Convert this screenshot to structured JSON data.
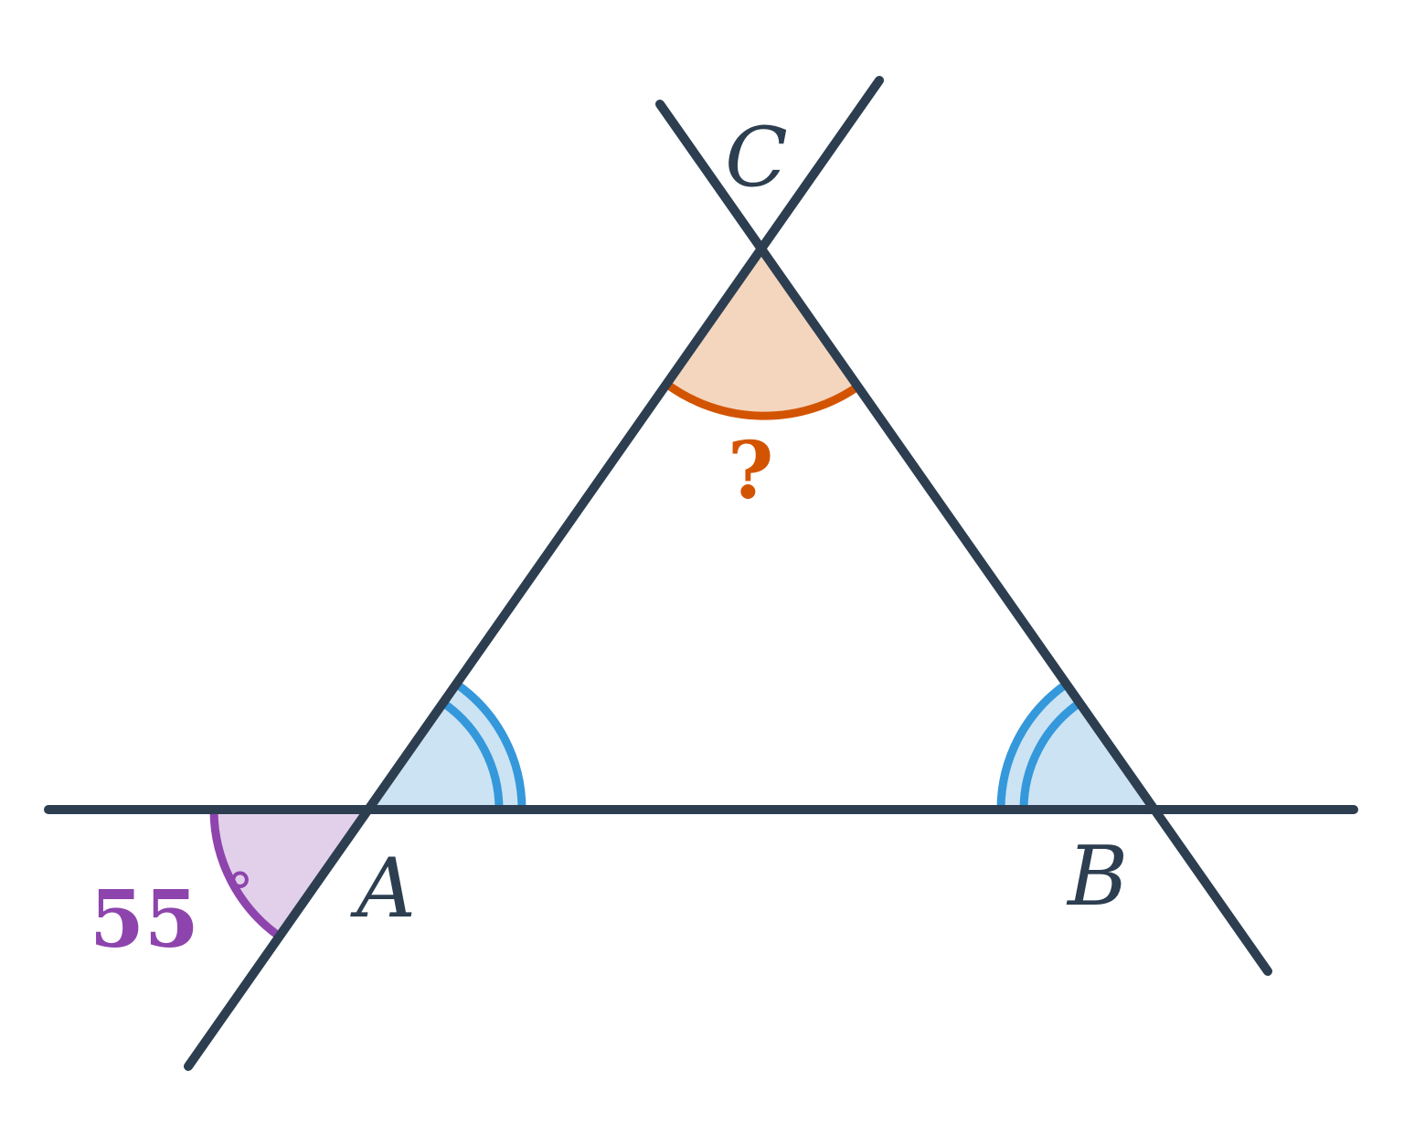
{
  "diagram": {
    "vertices": {
      "a": "A",
      "b": "B",
      "c": "C"
    },
    "given_angle": {
      "value": "55",
      "unit": "°"
    },
    "unknown_angle": "?",
    "colors": {
      "line": "#2c3e50",
      "unknown_stroke": "#d35400",
      "unknown_fill": "#f4d5be",
      "base_angle_stroke": "#3498db",
      "base_angle_fill": "#cce3f3",
      "given_stroke": "#8e44ad",
      "given_fill": "#e2d0ea"
    }
  }
}
